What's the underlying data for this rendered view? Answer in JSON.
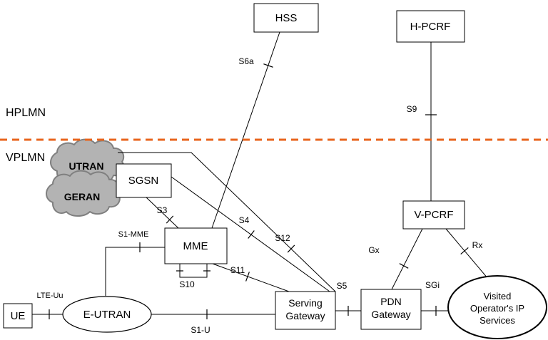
{
  "diagram": {
    "regions": {
      "hplmn": "HPLMN",
      "vplmn": "VPLMN"
    },
    "nodes": {
      "hss": "HSS",
      "h_pcrf": "H-PCRF",
      "v_pcrf": "V-PCRF",
      "sgsn": "SGSN",
      "mme": "MME",
      "ue": "UE",
      "e_utran": "E-UTRAN",
      "utran": "UTRAN",
      "geran": "GERAN",
      "serving_gateway": {
        "line1": "Serving",
        "line2": "Gateway"
      },
      "pdn_gateway": {
        "line1": "PDN",
        "line2": "Gateway"
      },
      "visited_services": {
        "line1": "Visited",
        "line2": "Operator's IP",
        "line3": "Services"
      }
    },
    "interfaces": {
      "s6a": "S6a",
      "s9": "S9",
      "s3": "S3",
      "s4": "S4",
      "s12": "S12",
      "s1_mme": "S1-MME",
      "s10": "S10",
      "s11": "S11",
      "lte_uu": "LTE-Uu",
      "s1_u": "S1-U",
      "s5": "S5",
      "sgi": "SGi",
      "gx": "Gx",
      "rx": "Rx"
    },
    "colors": {
      "separator": "#E8641C",
      "cloud_fill": "#B3B3B3",
      "cloud_stroke": "#7F7F7F",
      "line": "#000000",
      "background": "#FFFFFF"
    }
  }
}
